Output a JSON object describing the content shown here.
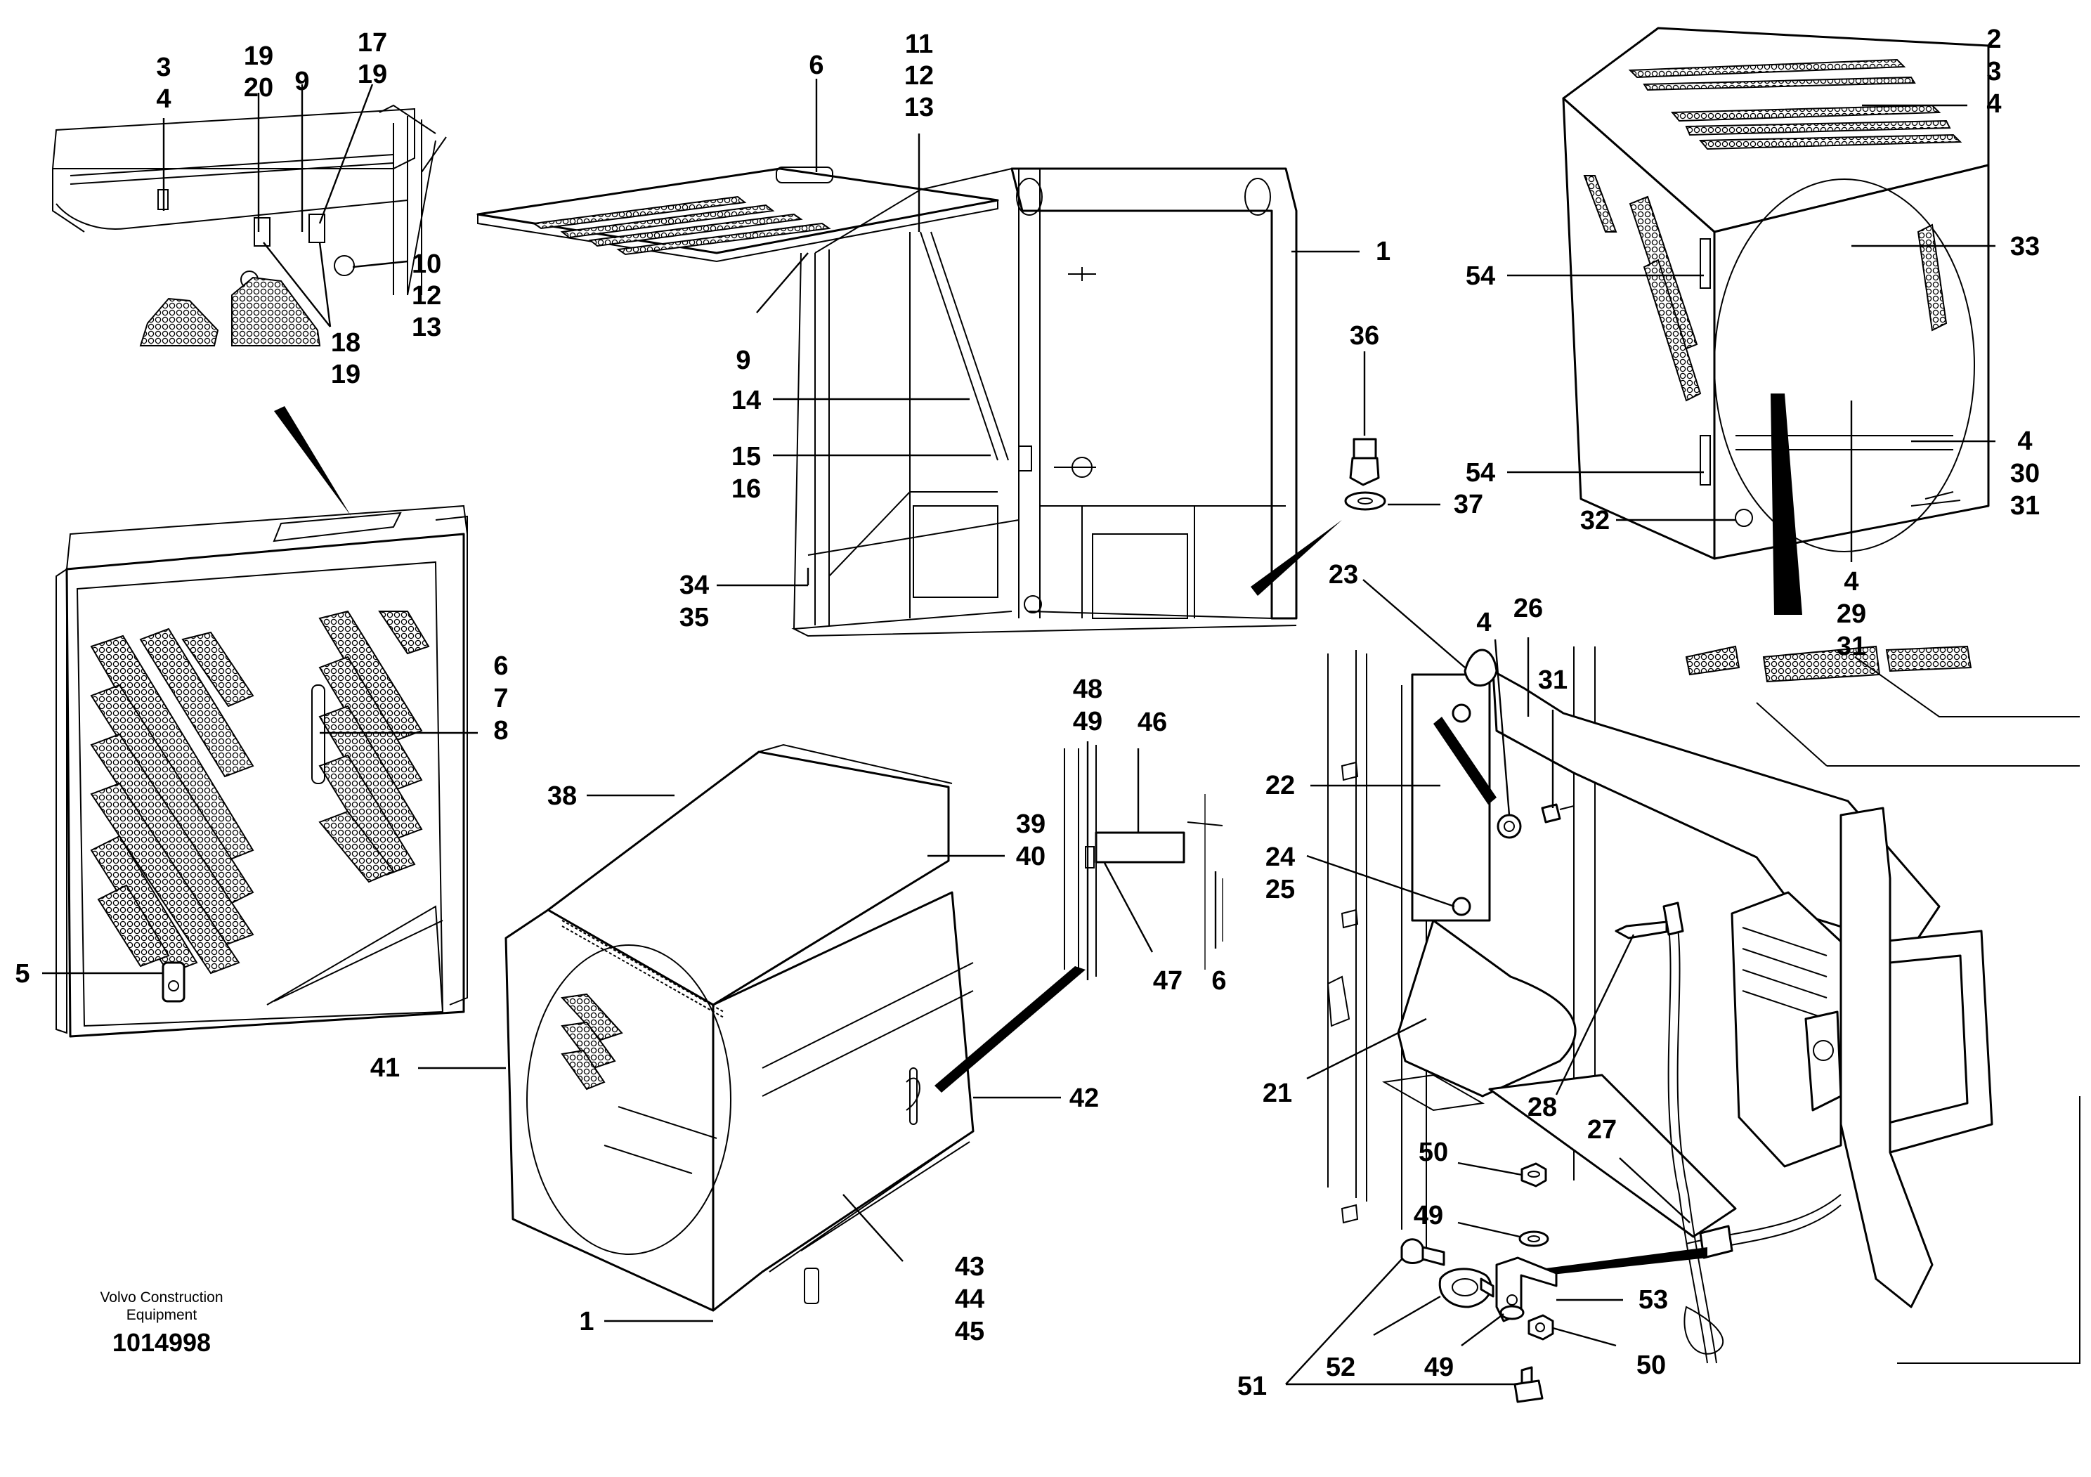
{
  "brand": {
    "line1": "Volvo Construction",
    "line2": "Equipment",
    "drawing_number": "1014998"
  },
  "views": [
    {
      "name": "detail-top-left",
      "labels": [
        {
          "id": "a1",
          "lines": [
            "3",
            "4"
          ]
        },
        {
          "id": "a2",
          "lines": [
            "19",
            "20"
          ]
        },
        {
          "id": "a3",
          "lines": [
            "9"
          ]
        },
        {
          "id": "a4",
          "lines": [
            "17",
            "19"
          ]
        },
        {
          "id": "a5",
          "lines": [
            "10",
            "12",
            "13"
          ]
        },
        {
          "id": "a6",
          "lines": [
            "18",
            "19"
          ]
        }
      ]
    },
    {
      "name": "door-panel",
      "labels": [
        {
          "id": "b1",
          "lines": [
            "6",
            "7",
            "8"
          ]
        },
        {
          "id": "b2",
          "lines": [
            "5"
          ]
        }
      ]
    },
    {
      "name": "frame-open-lid",
      "labels": [
        {
          "id": "c1",
          "lines": [
            "6"
          ]
        },
        {
          "id": "c2",
          "lines": [
            "11",
            "12",
            "13"
          ]
        },
        {
          "id": "c3",
          "lines": [
            "1"
          ]
        },
        {
          "id": "c4",
          "lines": [
            "9"
          ]
        },
        {
          "id": "c5",
          "lines": [
            "14"
          ]
        },
        {
          "id": "c6",
          "lines": [
            "15",
            "16"
          ]
        },
        {
          "id": "c7",
          "lines": [
            "34",
            "35"
          ]
        },
        {
          "id": "c8",
          "lines": [
            "36"
          ]
        },
        {
          "id": "c9",
          "lines": [
            "37"
          ]
        }
      ]
    },
    {
      "name": "hood-top-right",
      "labels": [
        {
          "id": "d1",
          "lines": [
            "2",
            "3",
            "4"
          ]
        },
        {
          "id": "d2",
          "lines": [
            "54"
          ]
        },
        {
          "id": "d3",
          "lines": [
            "33"
          ]
        },
        {
          "id": "d4",
          "lines": [
            "54"
          ]
        },
        {
          "id": "d5",
          "lines": [
            "4",
            "30",
            "31"
          ]
        },
        {
          "id": "d6",
          "lines": [
            "32"
          ]
        },
        {
          "id": "d7",
          "lines": [
            "4",
            "29",
            "31"
          ]
        }
      ]
    },
    {
      "name": "hood-bottom-center",
      "labels": [
        {
          "id": "e1",
          "lines": [
            "38"
          ]
        },
        {
          "id": "e2",
          "lines": [
            "39",
            "40"
          ]
        },
        {
          "id": "e3",
          "lines": [
            "41"
          ]
        },
        {
          "id": "e4",
          "lines": [
            "42"
          ]
        },
        {
          "id": "e5",
          "lines": [
            "43",
            "44",
            "45"
          ]
        },
        {
          "id": "e6",
          "lines": [
            "1"
          ]
        }
      ]
    },
    {
      "name": "hinge-detail",
      "labels": [
        {
          "id": "f1",
          "lines": [
            "48",
            "49"
          ]
        },
        {
          "id": "f2",
          "lines": [
            "46"
          ]
        },
        {
          "id": "f3",
          "lines": [
            "47"
          ]
        },
        {
          "id": "f4",
          "lines": [
            "6"
          ]
        }
      ]
    },
    {
      "name": "bracket-assembly",
      "labels": [
        {
          "id": "g1",
          "lines": [
            "23"
          ]
        },
        {
          "id": "g2",
          "lines": [
            "4"
          ]
        },
        {
          "id": "g3",
          "lines": [
            "26"
          ]
        },
        {
          "id": "g4",
          "lines": [
            "31"
          ]
        },
        {
          "id": "g5",
          "lines": [
            "22"
          ]
        },
        {
          "id": "g6",
          "lines": [
            "24",
            "25"
          ]
        },
        {
          "id": "g7",
          "lines": [
            "21"
          ]
        },
        {
          "id": "g8",
          "lines": [
            "28"
          ]
        },
        {
          "id": "g9",
          "lines": [
            "27"
          ]
        },
        {
          "id": "g10",
          "lines": [
            "50"
          ]
        },
        {
          "id": "g11",
          "lines": [
            "49"
          ]
        },
        {
          "id": "g12",
          "lines": [
            "53"
          ]
        },
        {
          "id": "g13",
          "lines": [
            "52"
          ]
        },
        {
          "id": "g14",
          "lines": [
            "49"
          ]
        },
        {
          "id": "g15",
          "lines": [
            "50"
          ]
        },
        {
          "id": "g16",
          "lines": [
            "51"
          ]
        }
      ]
    }
  ]
}
